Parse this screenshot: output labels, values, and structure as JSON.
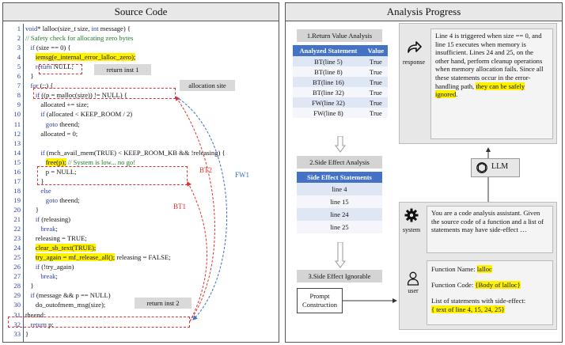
{
  "code_panel": {
    "title": "Source Code"
  },
  "code_lines": [
    {
      "n": "1",
      "html": "<span class=\"kw\">void</span>* lalloc(size_t size, <span class=\"kw\">int</span> message) {"
    },
    {
      "n": "2",
      "html": "<span class=\"cm\">// Safety check for allocating zero bytes</span>"
    },
    {
      "n": "3",
      "html": "   <span class=\"kw\">if</span> (size == 0) {"
    },
    {
      "n": "4",
      "html": "      <span class=\"hl\">iemsg(e_internal_error_lalloc_zero);</span>"
    },
    {
      "n": "5",
      "html": "      <span class=\"kw\">return</span> NULL;"
    },
    {
      "n": "6",
      "html": "   }"
    },
    {
      "n": "7",
      "html": "   <span class=\"kw\">for</span> (;;) {"
    },
    {
      "n": "8",
      "html": "      <span class=\"kw\">if</span> ((p = malloc(size)) != NULL) {"
    },
    {
      "n": "9",
      "html": "         allocated += size;"
    },
    {
      "n": "10",
      "html": "         <span class=\"kw\">if</span> (allocated &lt; KEEP_ROOM / 2)"
    },
    {
      "n": "11",
      "html": "            <span class=\"kw\">goto</span> theend;"
    },
    {
      "n": "12",
      "html": "         allocated = 0;"
    },
    {
      "n": "13",
      "html": ""
    },
    {
      "n": "14",
      "html": "         <span class=\"kw\">if</span> (mch_avail_mem(TRUE) &lt; KEEP_ROOM_KB &amp;&amp; !releasing) {"
    },
    {
      "n": "15",
      "html": "            <span class=\"hl\">free(p);</span> <span class=\"cm\">// System is low... no go!</span>"
    },
    {
      "n": "16",
      "html": "            p = NULL;"
    },
    {
      "n": "17",
      "html": "         }"
    },
    {
      "n": "18",
      "html": "         <span class=\"kw\">else</span>"
    },
    {
      "n": "19",
      "html": "            <span class=\"kw\">goto</span> theend;"
    },
    {
      "n": "20",
      "html": "      }"
    },
    {
      "n": "21",
      "html": "      <span class=\"kw\">if</span> (releasing)"
    },
    {
      "n": "22",
      "html": "         <span class=\"kw\">break</span>;"
    },
    {
      "n": "23",
      "html": "      releasing = TRUE;"
    },
    {
      "n": "24",
      "html": "      <span class=\"hl\">clear_sb_text(TRUE);</span>"
    },
    {
      "n": "25",
      "html": "      <span class=\"hl\">try_again = mf_release_all();</span> releasing = FALSE;"
    },
    {
      "n": "26",
      "html": "      <span class=\"kw\">if</span> (!try_again)"
    },
    {
      "n": "27",
      "html": "         <span class=\"kw\">break</span>;"
    },
    {
      "n": "28",
      "html": "   }"
    },
    {
      "n": "29",
      "html": "   <span class=\"kw\">if</span> (message &amp;&amp; p == NULL)"
    },
    {
      "n": "30",
      "html": "      do_outofmem_msg(size);"
    },
    {
      "n": "31",
      "html": "theend:"
    },
    {
      "n": "32",
      "html": "   <span class=\"kw\">return</span> p;"
    },
    {
      "n": "33",
      "html": "}"
    }
  ],
  "code_tags": {
    "return_inst_1": "return inst 1",
    "allocation_site": "allocation site",
    "return_inst_2": "return inst 2",
    "bt1": "BT1",
    "bt2": "BT2",
    "fw1": "FW1"
  },
  "analysis_panel": {
    "title": "Analysis Progress"
  },
  "step1": {
    "title": "1.Return Value Analysis",
    "headers": [
      "Analyzed Statement",
      "Value"
    ],
    "rows": [
      [
        "BT(line 5)",
        "True"
      ],
      [
        "BT(line 8)",
        "True"
      ],
      [
        "BT(line 16)",
        "True"
      ],
      [
        "BT(line 32)",
        "True"
      ],
      [
        "FW(line 32)",
        "True"
      ],
      [
        "FW(line 8)",
        "True"
      ]
    ]
  },
  "step2": {
    "title": "2.Side Effect Analysis",
    "header": "Side Effect Statements",
    "rows": [
      "line 4",
      "line 15",
      "line 24",
      "line 25"
    ]
  },
  "step3": {
    "title": "3.Side Effect Ignorable",
    "prompt_label": "Prompt Construction"
  },
  "response": {
    "icon_label": "response",
    "text": "Line 4 is triggered when size == 0, and line 15 executes when memory is insufficient. Lines 24 and 25, on the other hand, perform cleanup operations when memory allocation fails. Since all these statements occur in the error-handling path, ",
    "highlight": "they can be safely ignored",
    "end": "."
  },
  "llm": {
    "label": "LLM"
  },
  "system": {
    "icon_label": "system",
    "text": "You are a code analysis assistant. Given the source code of a function and a list of statements may have side-effect …"
  },
  "user": {
    "icon_label": "user",
    "fn_name_label": "Function Name: ",
    "fn_name": "lalloc",
    "fn_code_label": "Function Code: ",
    "fn_code": "{Body of lalloc}",
    "list_label": "List of statements with side-effect:",
    "list_value": "{ text of line 4, 15, 24, 25}"
  }
}
